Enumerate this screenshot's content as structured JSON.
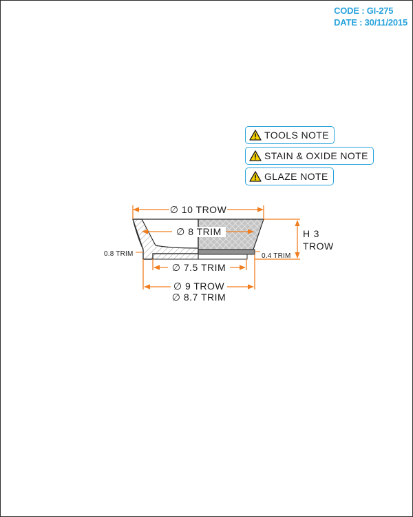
{
  "header": {
    "code_text": "CODE : GI-275",
    "date_text": "DATE : 30/11/2015"
  },
  "notes": [
    {
      "label": "TOOLS NOTE",
      "icon": "warning-triangle-icon"
    },
    {
      "label": "STAIN & OXIDE NOTE",
      "icon": "warning-triangle-icon"
    },
    {
      "label": "GLAZE NOTE",
      "icon": "warning-triangle-icon"
    }
  ],
  "dimensions": {
    "outer_top": "∅ 10 TROW",
    "inner_top": "∅ 8 TRIM",
    "foot_inner": "∅ 7.5 TRIM",
    "foot_outer_trow": "∅ 9 TROW",
    "foot_outer_trim": "∅ 8.7 TRIM",
    "left_trim": "0.8 TRIM",
    "right_trim": "0.4 TRIM",
    "height_line1": "H 3",
    "height_line2": "TROW"
  },
  "colors": {
    "accent": "#29a3dc",
    "dimension": "#f07d1e",
    "outline": "#2b2b2b",
    "section_fill": "#c8c8c8",
    "warning": "#f5d000"
  }
}
